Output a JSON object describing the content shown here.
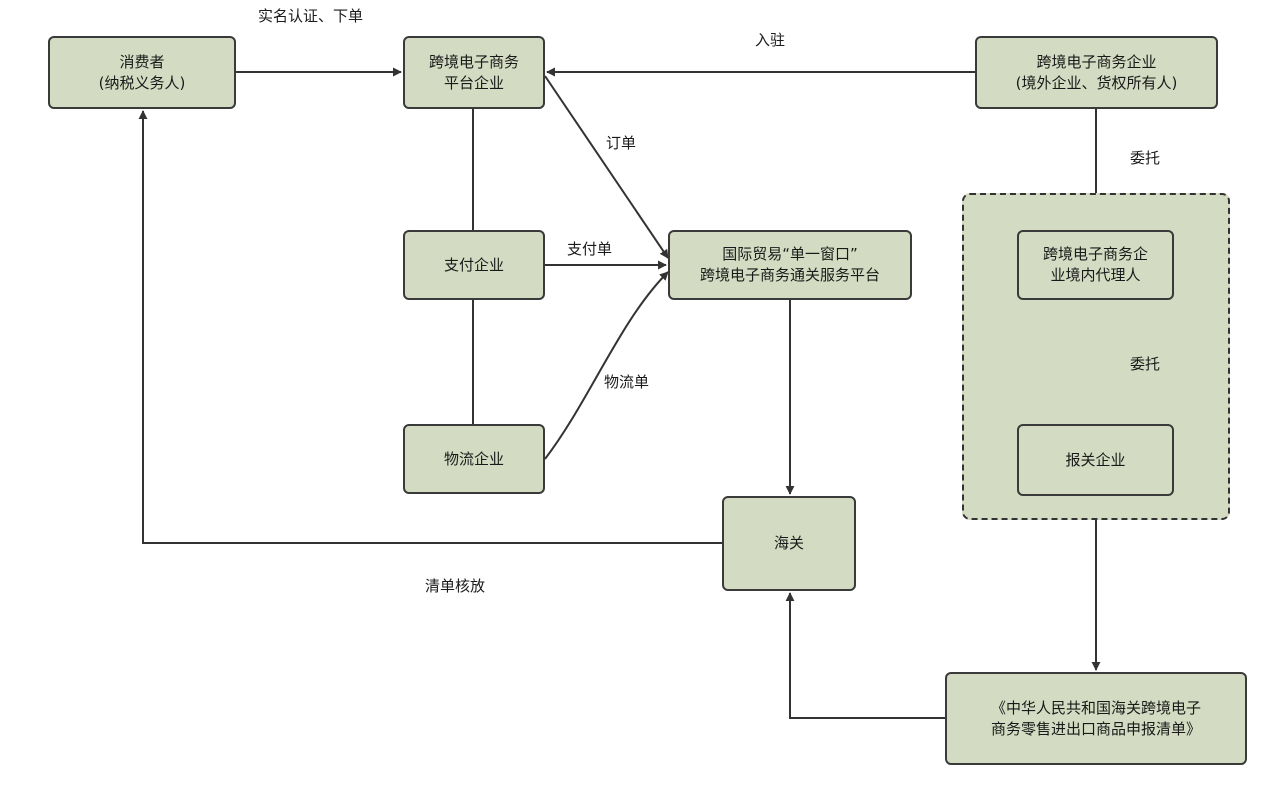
{
  "nodes": {
    "consumer": {
      "lines": [
        "消费者",
        "(纳税义务人)"
      ]
    },
    "platform": {
      "lines": [
        "跨境电子商务",
        "平台企业"
      ]
    },
    "overseas": {
      "lines": [
        "跨境电子商务企业",
        "(境外企业、货权所有人)"
      ]
    },
    "payment": {
      "lines": [
        "支付企业"
      ]
    },
    "single_window": {
      "lines": [
        "国际贸易“单一窗口”",
        "跨境电子商务通关服务平台"
      ]
    },
    "agent": {
      "lines": [
        "跨境电子商务企",
        "业境内代理人"
      ]
    },
    "logistics": {
      "lines": [
        "物流企业"
      ]
    },
    "customs": {
      "lines": [
        "海关"
      ]
    },
    "broker": {
      "lines": [
        "报关企业"
      ]
    },
    "declaration": {
      "lines": [
        "《中华人民共和国海关跨境电子",
        "商务零售进出口商品申报清单》"
      ]
    }
  },
  "edges": {
    "consumer_platform": "实名认证、下单",
    "overseas_platform": "入驻",
    "order": "订单",
    "payment_form": "支付单",
    "logistics_form": "物流单",
    "entrust_1": "委托",
    "entrust_2": "委托",
    "release": "清单核放"
  },
  "colors": {
    "node_fill": "#d3dcc2",
    "border": "#3a3a3a",
    "line": "#333333"
  }
}
